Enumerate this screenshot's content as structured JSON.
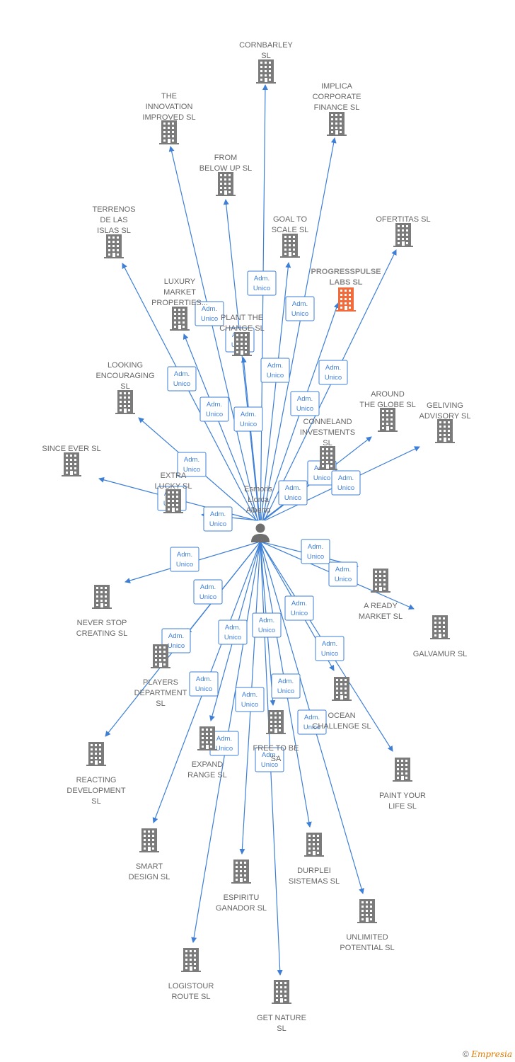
{
  "diagram": {
    "center": {
      "name_lines": [
        "Esmoris",
        "Llorca",
        "Alberto"
      ]
    },
    "relation_label_lines": [
      "Adm.",
      "Unico"
    ],
    "colors": {
      "edge": "#3d7fd6",
      "company": "#7b7b7b",
      "highlight": "#f26b3a",
      "person": "#6f6f6f"
    },
    "companies": [
      {
        "lines": [
          "CORNBARLEY",
          "SL"
        ]
      },
      {
        "lines": [
          "IMPLICA",
          "CORPORATE",
          "FINANCE  SL"
        ]
      },
      {
        "lines": [
          "THE",
          "INNOVATION",
          "IMPROVED  SL"
        ]
      },
      {
        "lines": [
          "FROM",
          "BELOW UP  SL"
        ]
      },
      {
        "lines": [
          "TERRENOS",
          "DE LAS",
          "ISLAS  SL"
        ]
      },
      {
        "lines": [
          "GOAL TO",
          "SCALE  SL"
        ]
      },
      {
        "lines": [
          "OFERTITAS  SL"
        ]
      },
      {
        "lines": [
          "PROGRESSPULSE",
          "LABS  SL"
        ],
        "highlight": true
      },
      {
        "lines": [
          "LUXURY",
          "MARKET",
          "PROPERTIES..."
        ]
      },
      {
        "lines": [
          "PLANT THE",
          "CHANGE  SL"
        ]
      },
      {
        "lines": [
          "LOOKING",
          "ENCOURAGING",
          "SL"
        ]
      },
      {
        "lines": [
          "AROUND",
          "THE GLOBE  SL"
        ]
      },
      {
        "lines": [
          "GELIVING",
          "ADVISORY  SL"
        ]
      },
      {
        "lines": [
          "CONNELAND",
          "INVESTMENTS",
          "SL"
        ]
      },
      {
        "lines": [
          "SINCE EVER  SL"
        ]
      },
      {
        "lines": [
          "EXTRA",
          "LUCKY  SL"
        ]
      },
      {
        "lines": [
          "NEVER STOP",
          "CREATING  SL"
        ]
      },
      {
        "lines": [
          "A READY",
          "MARKET  SL"
        ]
      },
      {
        "lines": [
          "GALVAMUR  SL"
        ]
      },
      {
        "lines": [
          "PLAYERS",
          "DEPARTMENT",
          "SL"
        ]
      },
      {
        "lines": [
          "OCEAN",
          "CHALLENGE  SL"
        ]
      },
      {
        "lines": [
          "FREE TO BE",
          "SA"
        ]
      },
      {
        "lines": [
          "REACTING",
          "DEVELOPMENT",
          "SL"
        ]
      },
      {
        "lines": [
          "EXPAND",
          "RANGE  SL"
        ]
      },
      {
        "lines": [
          "PAINT YOUR",
          "LIFE  SL"
        ]
      },
      {
        "lines": [
          "SMART",
          "DESIGN  SL"
        ]
      },
      {
        "lines": [
          "DURPLEI",
          "SISTEMAS  SL"
        ]
      },
      {
        "lines": [
          "ESPIRITU",
          "GANADOR SL"
        ]
      },
      {
        "lines": [
          "UNLIMITED",
          "POTENTIAL  SL"
        ]
      },
      {
        "lines": [
          "LOGISTOUR",
          "ROUTE  SL"
        ]
      },
      {
        "lines": [
          "GET NATURE",
          "SL"
        ]
      }
    ]
  },
  "footer": {
    "copyright": "©",
    "brand": "Empresia"
  }
}
